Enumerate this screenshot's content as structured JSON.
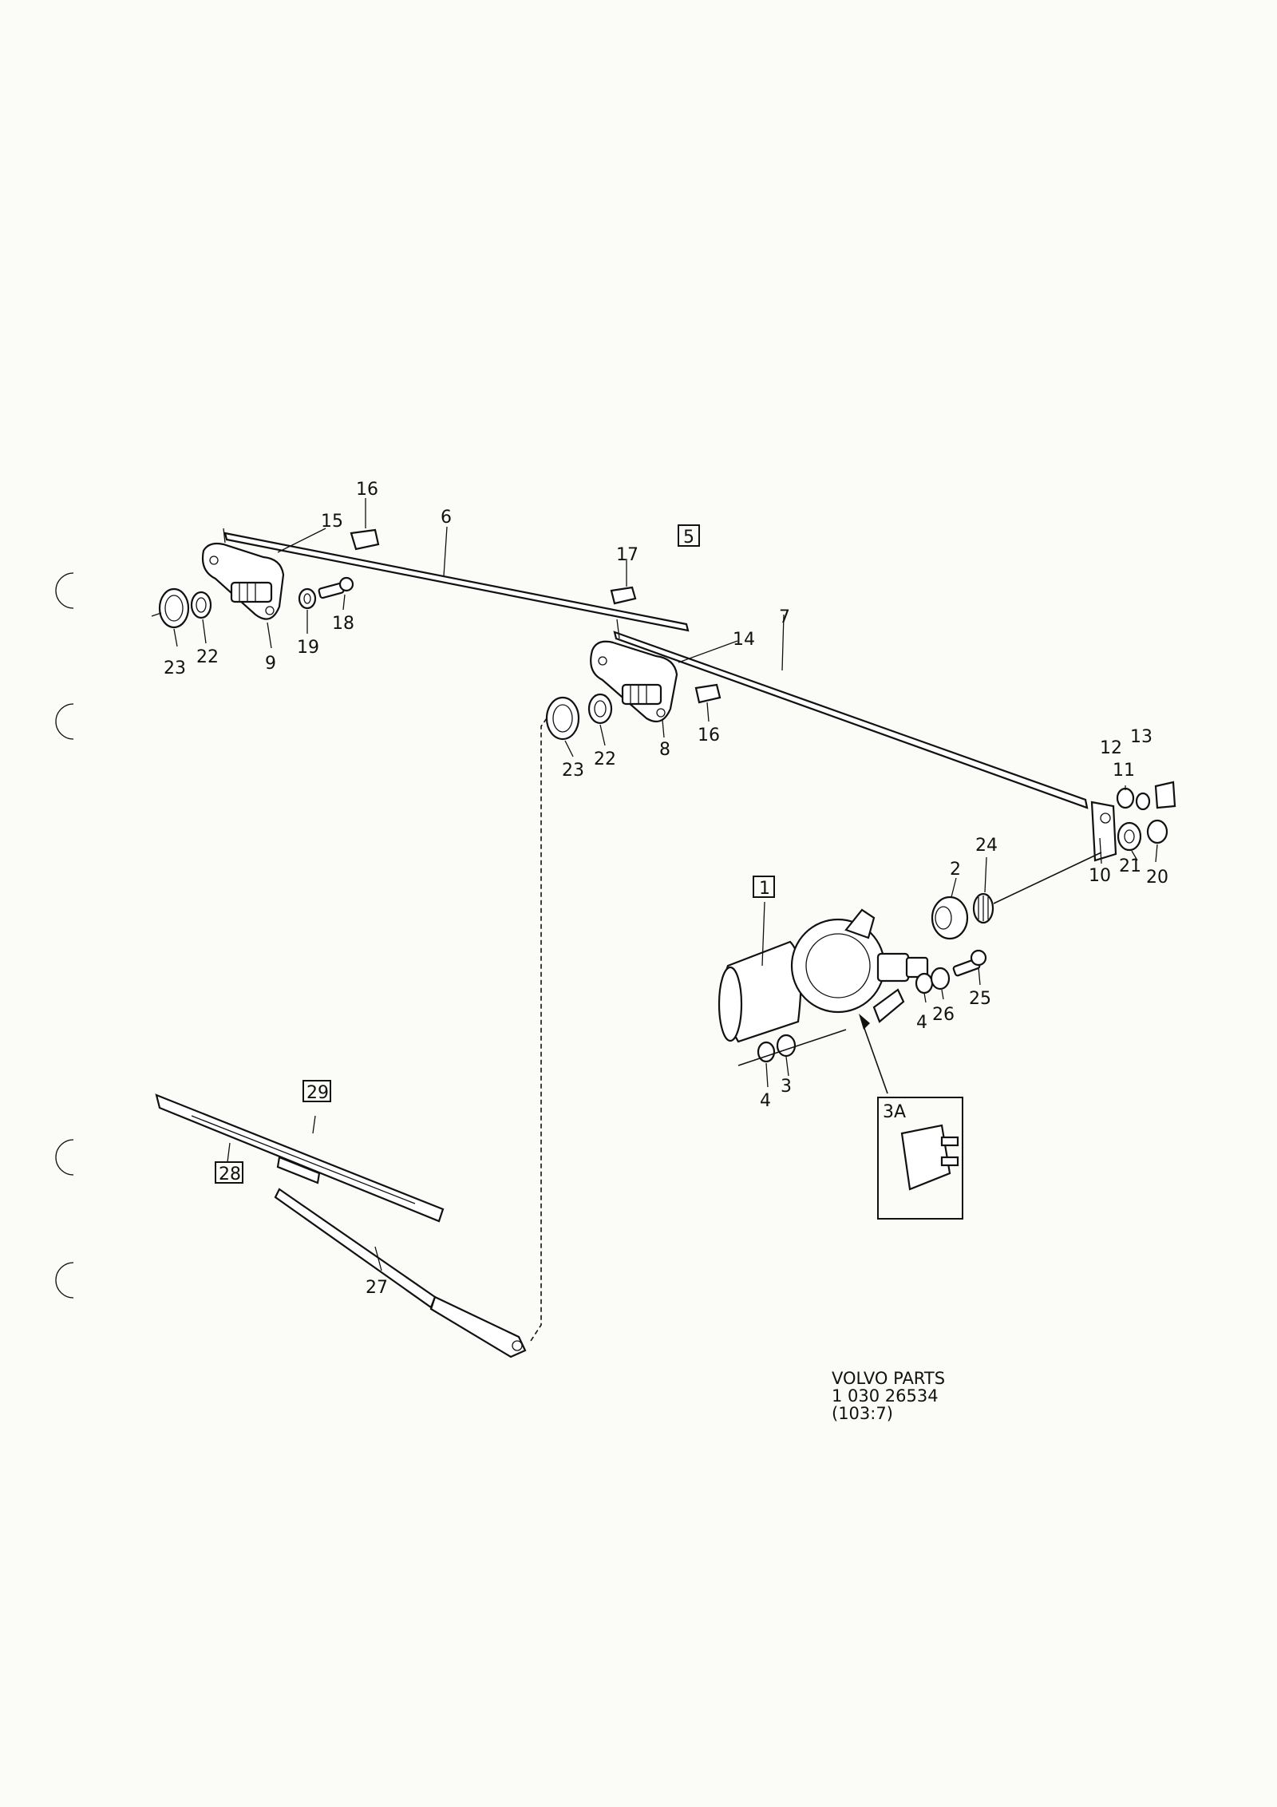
{
  "callouts": {
    "c1": "1",
    "c2": "2",
    "c3": "3",
    "c3a": "3A",
    "c4a": "4",
    "c4b": "4",
    "c5": "5",
    "c6": "6",
    "c7": "7",
    "c8": "8",
    "c9": "9",
    "c10": "10",
    "c11": "11",
    "c12": "12",
    "c13": "13",
    "c14": "14",
    "c15": "15",
    "c16a": "16",
    "c16b": "16",
    "c17": "17",
    "c18": "18",
    "c19": "19",
    "c20": "20",
    "c21": "21",
    "c22a": "22",
    "c22b": "22",
    "c23a": "23",
    "c23b": "23",
    "c24": "24",
    "c25": "25",
    "c26": "26",
    "c27": "27",
    "c28": "28",
    "c29": "29"
  },
  "reference": {
    "line1": "VOLVO PARTS",
    "line2": "1 030 26534",
    "line3": "(103:7)"
  }
}
